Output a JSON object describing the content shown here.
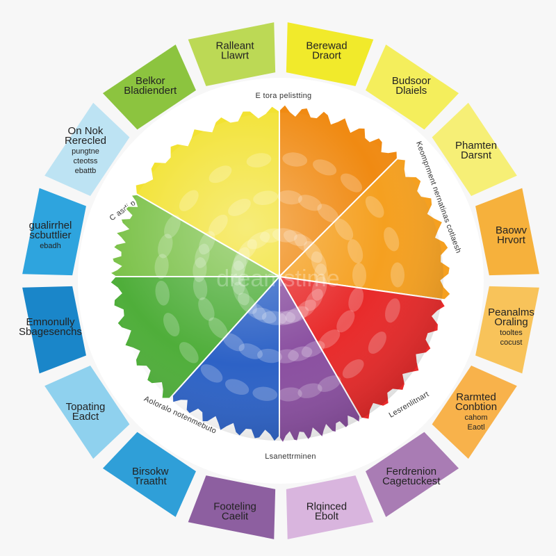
{
  "segments": [
    {
      "lines": [
        "Berewad",
        "Draort"
      ],
      "color": "#f1ea2b"
    },
    {
      "lines": [
        "Budsoor",
        "Dlaiels"
      ],
      "color": "#f4ee5c"
    },
    {
      "lines": [
        "Phamten",
        "Darsnt"
      ],
      "color": "#f6ef76"
    },
    {
      "lines": [
        "Baowv",
        "Hrvort"
      ],
      "color": "#f6b13c"
    },
    {
      "lines": [
        "Peanalms",
        "Oraling",
        "tooltes",
        "cocust"
      ],
      "color": "#f8c35a"
    },
    {
      "lines": [
        "Rarmted",
        "Conbtion",
        "cahom",
        "Eaotl"
      ],
      "color": "#f8b24b"
    },
    {
      "lines": [
        "Ferdrenion",
        "Cagetuckest"
      ],
      "color": "#a97cb4"
    },
    {
      "lines": [
        "Rlqinced",
        "Ebolt"
      ],
      "color": "#d9b5de"
    },
    {
      "lines": [
        "Footeling",
        "Caelit"
      ],
      "color": "#8d5fa0"
    },
    {
      "lines": [
        "Birsokw",
        "Traatht"
      ],
      "color": "#2f9fd8"
    },
    {
      "lines": [
        "Topating",
        "Eadct"
      ],
      "color": "#8fd1ee"
    },
    {
      "lines": [
        "Emnonully",
        "Sbagesenchs"
      ],
      "color": "#1a86c9"
    },
    {
      "lines": [
        "gualirrhel",
        "scbuttlier",
        "ebadh"
      ],
      "color": "#2ea4de"
    },
    {
      "lines": [
        "On Nok",
        "Rerecled",
        "pungtne",
        "cteotss",
        "ebattb"
      ],
      "color": "#bde3f3"
    },
    {
      "lines": [
        "Belkor",
        "Bladiendert"
      ],
      "color": "#8cc43f"
    },
    {
      "lines": [
        "Ralleant",
        "Llawrt"
      ],
      "color": "#bcd955"
    }
  ],
  "ring_labels": {
    "top": "E tora pelistting",
    "upper_left": "C asdi porsstlmiet book Lank",
    "right": "Keomprment nernatinas cotlaesh",
    "bottom_left": "Aoloralo notenmebuto",
    "bottom_right": "Lesrenlitnart",
    "bottom": "Lsanettrminen"
  },
  "brain_colors": {
    "yellow": "#f2e231",
    "orange": "#f5a020",
    "deep_orange": "#f08a12",
    "red": "#e82a2a",
    "purple": "#8a4fa0",
    "blue": "#2d62c6",
    "green": "#4fae3a",
    "light_green": "#7cc24a"
  },
  "watermark": "dreamstime"
}
